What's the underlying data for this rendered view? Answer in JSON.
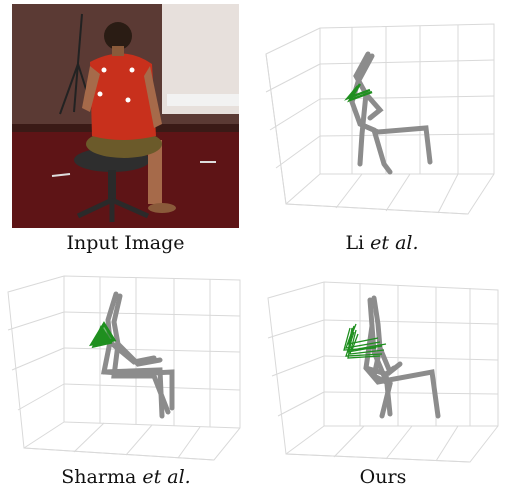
{
  "panels": [
    {
      "caption_text": "Input Image",
      "caption_em": ""
    },
    {
      "caption_text": "Li ",
      "caption_em": "et al."
    },
    {
      "caption_text": "Sharma ",
      "caption_em": "et al."
    },
    {
      "caption_text": "Ours",
      "caption_em": ""
    }
  ],
  "colors": {
    "skeleton": "#8c8c8c",
    "hand_highlight": "#1f8f1f",
    "grid": "#d9d9d9",
    "shirt": "#c8301c",
    "floor": "#5e1416"
  }
}
